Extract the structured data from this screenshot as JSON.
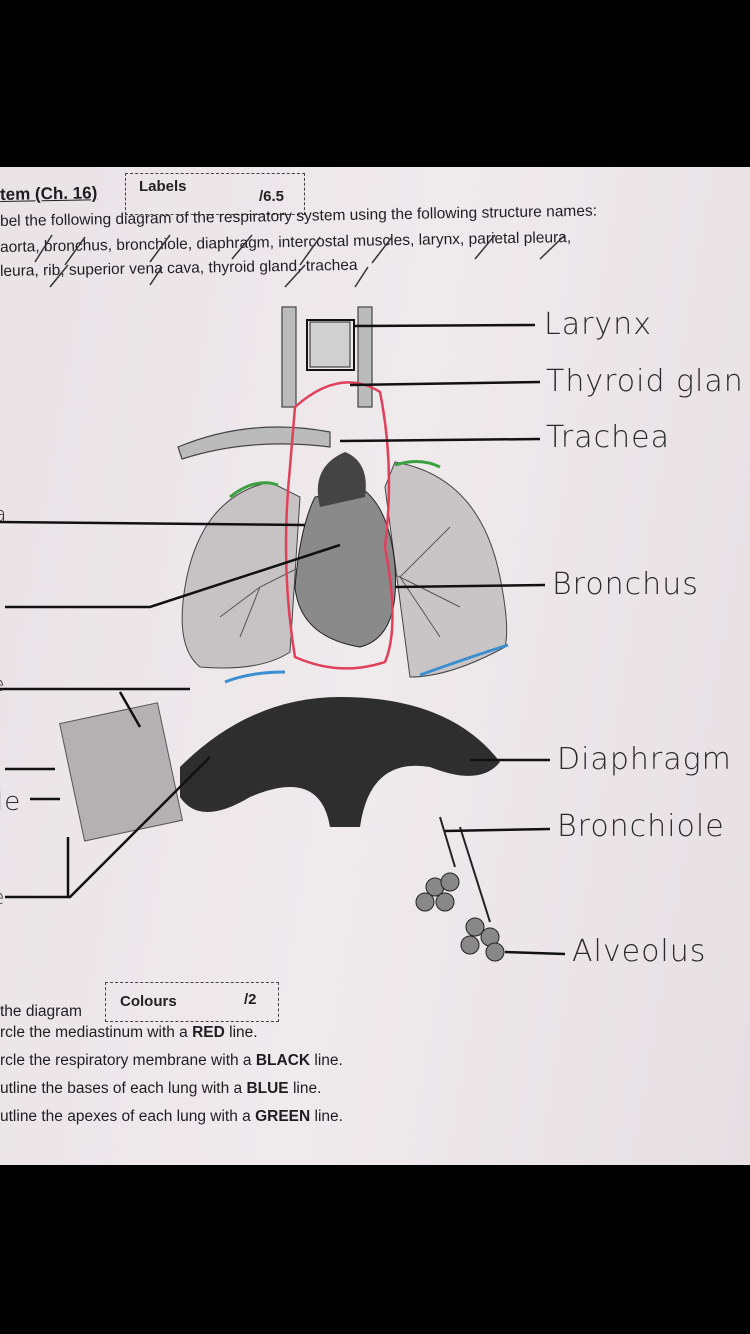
{
  "header": {
    "title": "tem (Ch. 16)",
    "labels_box": {
      "label": "Labels",
      "score": "/6.5"
    },
    "instruction": "bel the following diagram of the respiratory system using the following structure names:",
    "terms_line1": "aorta, bronchus, bronchiole, diaphragm, intercostal muscles, larynx, parietal pleura,",
    "terms_line2": "leura, rib, superior vena cava, thyroid gland, trachea"
  },
  "handwritten_labels": [
    "Larynx",
    "Thyroid glan",
    "Trachea",
    "Bronchus",
    "Diaphragm",
    "Bronchiole",
    "Alveolus"
  ],
  "left_partial_labels": [
    "a",
    "e",
    "le",
    "e"
  ],
  "colours_section": {
    "intro": "the diagram",
    "box": {
      "label": "Colours",
      "score": "/2"
    },
    "items": [
      {
        "pre": "rcle the mediastinum with a ",
        "bold": "RED",
        "post": " line."
      },
      {
        "pre": "rcle the respiratory membrane with a ",
        "bold": "BLACK",
        "post": " line."
      },
      {
        "pre": "utline the bases of each lung with a ",
        "bold": "BLUE",
        "post": " line."
      },
      {
        "pre": "utline the apexes of each lung with a ",
        "bold": "GREEN",
        "post": " line."
      }
    ]
  },
  "colors": {
    "red": "#e0405a",
    "green": "#3aa040",
    "blue": "#3a8fd0",
    "paper": "#ebe6e8"
  }
}
